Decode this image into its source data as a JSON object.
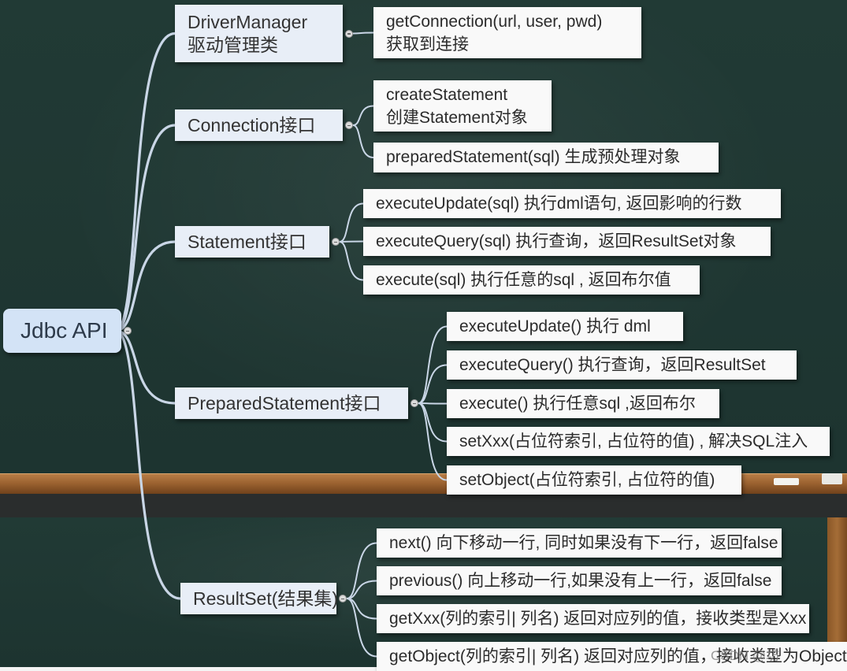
{
  "root": {
    "label": "Jdbc API"
  },
  "branches": [
    {
      "label": [
        "DriverManager",
        "驱动管理类"
      ],
      "children": [
        [
          "getConnection(url, user, pwd)",
          "获取到连接"
        ]
      ]
    },
    {
      "label": [
        "Connection接口"
      ],
      "children": [
        [
          "createStatement",
          "创建Statement对象"
        ],
        [
          "preparedStatement(sql) 生成预处理对象"
        ]
      ]
    },
    {
      "label": [
        "Statement接口"
      ],
      "children": [
        [
          "executeUpdate(sql) 执行dml语句, 返回影响的行数"
        ],
        [
          "executeQuery(sql) 执行查询，返回ResultSet对象"
        ],
        [
          "execute(sql) 执行任意的sql , 返回布尔值"
        ]
      ]
    },
    {
      "label": [
        "PreparedStatement接口"
      ],
      "children": [
        [
          "executeUpdate() 执行 dml"
        ],
        [
          "executeQuery() 执行查询，返回ResultSet"
        ],
        [
          "execute() 执行任意sql ,返回布尔"
        ],
        [
          "setXxx(占位符索引, 占位符的值) , 解决SQL注入"
        ],
        [
          "setObject(占位符索引, 占位符的值)"
        ]
      ]
    },
    {
      "label": [
        "ResultSet(结果集)"
      ],
      "children": [
        [
          "next() 向下移动一行, 同时如果没有下一行，返回false"
        ],
        [
          "previous() 向上移动一行,如果没有上一行，返回false"
        ],
        [
          "getXxx(列的索引| 列名) 返回对应列的值，接收类型是Xxx"
        ],
        [
          "getObject(列的索引| 列名) 返回对应列的值，接收类型为Object"
        ]
      ]
    }
  ],
  "watermark": "CSDN @坊"
}
